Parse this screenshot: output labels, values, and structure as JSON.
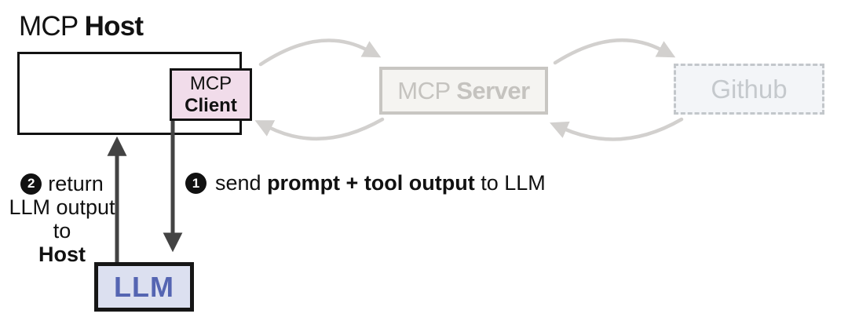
{
  "diagram": {
    "title": {
      "regular": "MCP ",
      "bold": "Host"
    },
    "boxes": {
      "client": {
        "line1": "MCP",
        "line2": "Client"
      },
      "server": {
        "regular": "MCP ",
        "bold": "Server"
      },
      "github": {
        "label": "Github"
      },
      "llm": {
        "label": "LLM"
      }
    },
    "steps": {
      "step1": {
        "number": "1",
        "pre": "send ",
        "bold": "prompt + tool output",
        "post": " to LLM"
      },
      "step2": {
        "number": "2",
        "line1": "return",
        "line2": "LLM output to",
        "line3_bold": "Host"
      }
    },
    "connections": [
      {
        "from": "MCP Client",
        "to": "MCP Server",
        "style": "curved-gray"
      },
      {
        "from": "MCP Server",
        "to": "MCP Client",
        "style": "curved-gray"
      },
      {
        "from": "MCP Server",
        "to": "Github",
        "style": "curved-gray"
      },
      {
        "from": "Github",
        "to": "MCP Server",
        "style": "curved-gray"
      },
      {
        "from": "MCP Client",
        "to": "LLM",
        "style": "straight-dark",
        "step": "1"
      },
      {
        "from": "LLM",
        "to": "MCP Host",
        "style": "straight-dark",
        "step": "2"
      }
    ],
    "colors": {
      "ink": "#111111",
      "client_fill": "#f1dcea",
      "llm_fill": "#dce0f0",
      "llm_text": "#5565b2",
      "server_fill": "#f5f4f1",
      "server_border": "#c8c6c2",
      "server_text": "#c5c3bf",
      "github_fill": "#f3f5f8",
      "github_border": "#c3c7cb",
      "arrow_gray": "#d2d0ce",
      "arrow_dark": "#434343"
    }
  }
}
